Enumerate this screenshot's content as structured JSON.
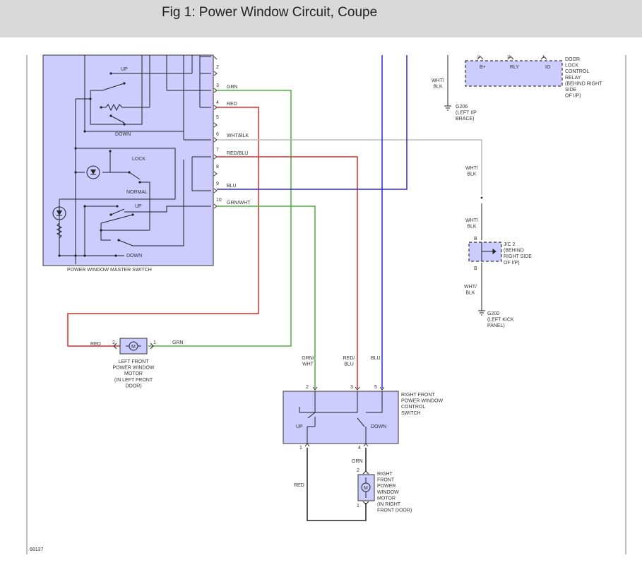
{
  "title": "Fig 1: Power Window Circuit, Coupe",
  "colors": {
    "header_bg": "#d9d9d9",
    "wire_grn": "#4caf3a",
    "wire_red": "#d92b2b",
    "wire_blu": "#2a2ad6",
    "wire_wht": "#bbbbbb",
    "wire_blk": "#222222",
    "component_fill": "#ccccff"
  },
  "master_switch": {
    "name": "POWER WINDOW MASTER SWITCH",
    "labels": {
      "up1": "UP",
      "down1": "DOWN",
      "lock": "LOCK",
      "normal": "NORMAL",
      "up2": "UP",
      "down2": "DOWN"
    },
    "pins": [
      "2",
      "3",
      "4",
      "5",
      "6",
      "7",
      "8",
      "9",
      "10"
    ]
  },
  "wires": {
    "p3": "GRN",
    "p4": "RED",
    "p6": "WHT/BLK",
    "p7": "RED/BLU",
    "p9": "BLU",
    "p10": "GRN/WHT",
    "lf_red": "RED",
    "lf_grn": "GRN",
    "rf_grnwht": "GRN/\nWHT",
    "rf_redblu": "RED/\nBLU",
    "rf_blu": "BLU",
    "rf_red": "RED",
    "rf_grn": "GRN",
    "relay_whtblk": "WHT/\nBLK",
    "jc_whtblk_top": "WHT/\nBLK",
    "jc_whtblk_mid": "WHT/\nBLK",
    "jc_whtblk_bot": "WHT/\nBLK"
  },
  "lf_motor": {
    "name": "LEFT FRONT\nPOWER WINDOW\nMOTOR\n(IN LEFT FRONT\nDOOR)",
    "pin_left": "2",
    "pin_right": "1",
    "symbol": "M"
  },
  "rf_switch": {
    "name": "RIGHT FRONT\nPOWER WINDOW\nCONTROL\nSWITCH",
    "up": "UP",
    "down": "DOWN",
    "pins_top": [
      "2",
      "3",
      "5"
    ],
    "pins_bottom": [
      "1",
      "4"
    ]
  },
  "rf_motor": {
    "name": "RIGHT\nFRONT\nPOWER\nWINDOW\nMOTOR\n(IN RIGHT\nFRONT DOOR)",
    "pin_top": "2",
    "pin_bottom": "1",
    "symbol": "M"
  },
  "relay": {
    "name": "DOOR\nLOCK\nCONTROL\nRELAY\n(BEHIND RIGHT\nSIDE\nOF I/P)",
    "terminals": [
      "B+",
      "RLY",
      "IG"
    ],
    "pin_nums": [
      "9",
      "11",
      "1"
    ]
  },
  "g206": {
    "label": "G206\n(LEFT I/P\nBRACE)"
  },
  "jc2": {
    "label": "J/C 2\n(BEHIND\nRIGHT SIDE\nOF I/P)",
    "pin_top": "B",
    "pin_bottom": "B"
  },
  "g200": {
    "label": "G200\n(LEFT KICK\nPANEL)"
  },
  "figure_id": "68137"
}
